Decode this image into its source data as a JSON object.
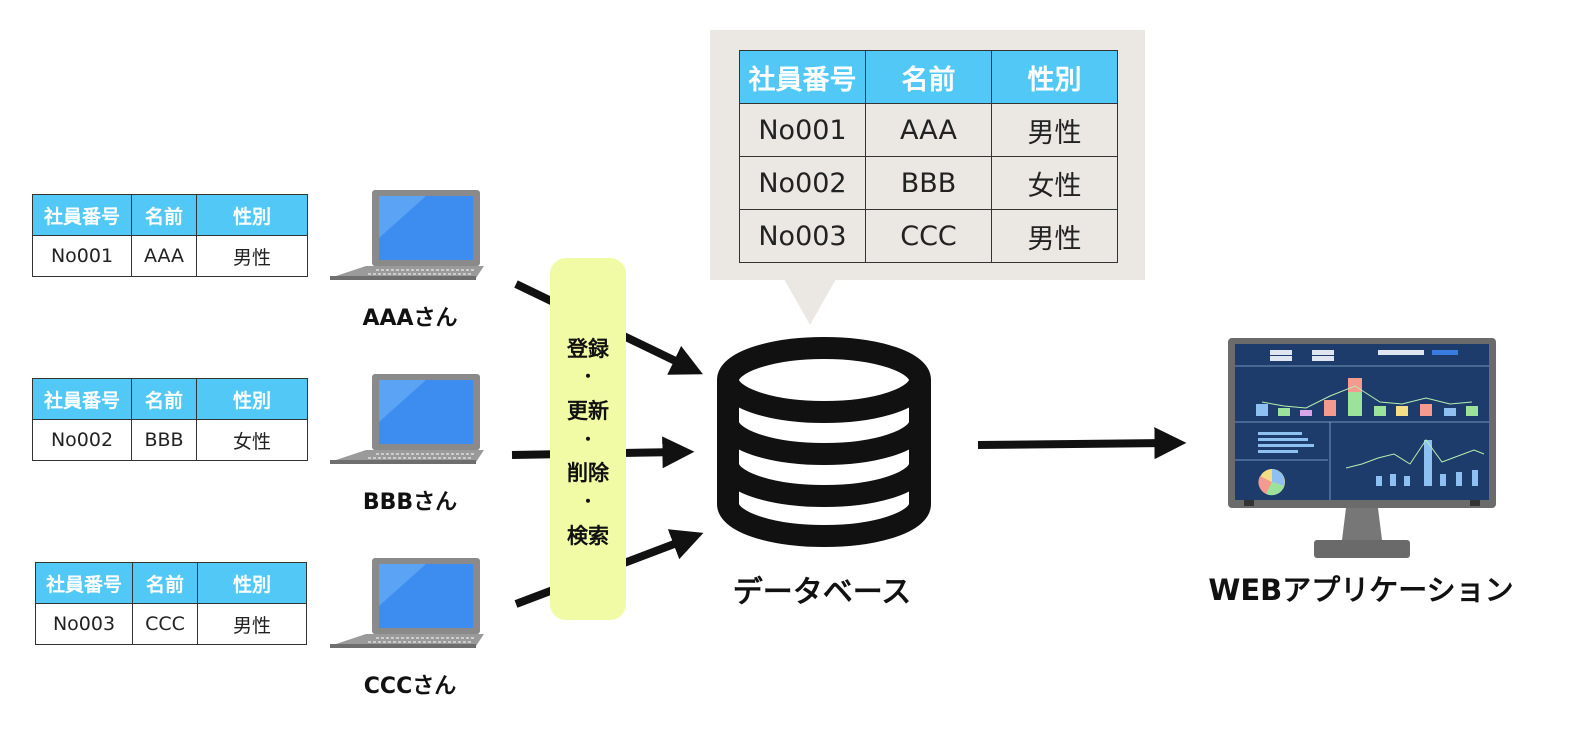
{
  "columns": [
    "社員番号",
    "名前",
    "性別"
  ],
  "users": [
    {
      "id": "No001",
      "name": "AAA",
      "gender": "男性",
      "label": "AAAさん"
    },
    {
      "id": "No002",
      "name": "BBB",
      "gender": "女性",
      "label": "BBBさん"
    },
    {
      "id": "No003",
      "name": "CCC",
      "gender": "男性",
      "label": "CCCさん"
    }
  ],
  "operations": [
    "登録",
    "・",
    "更新",
    "・",
    "削除",
    "・",
    "検索"
  ],
  "database": {
    "label": "データベース",
    "rows": [
      {
        "id": "No001",
        "name": "AAA",
        "gender": "男性"
      },
      {
        "id": "No002",
        "name": "BBB",
        "gender": "女性"
      },
      {
        "id": "No003",
        "name": "CCC",
        "gender": "男性"
      }
    ]
  },
  "webapp": {
    "label": "WEBアプリケーション"
  },
  "colors": {
    "header": "#52c8f6",
    "ops_bg": "#f1fba5",
    "callout_bg": "#ebe8e3",
    "screen_bg": "#1d3c6b"
  }
}
